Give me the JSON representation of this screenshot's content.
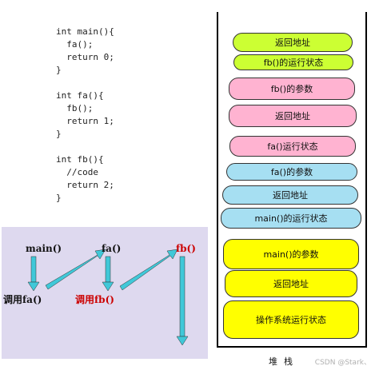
{
  "code": {
    "lines": [
      "int main(){",
      "  fa();",
      "  return 0;",
      "}",
      "",
      "int fa(){",
      "  fb();",
      "  return 1;",
      "}",
      "",
      "int fb(){",
      "  //code",
      "  return 2;",
      "}"
    ]
  },
  "stack": {
    "blocks": [
      {
        "label": "返回地址",
        "color": "#ccff33"
      },
      {
        "label": "fb()的运行状态",
        "color": "#ccff33"
      },
      {
        "label": "fb()的参数",
        "color": "#ffb3d1"
      },
      {
        "label": "返回地址",
        "color": "#ffb3d1"
      },
      {
        "label": "fa()运行状态",
        "color": "#ffb3d1"
      },
      {
        "label": "fa()的参数",
        "color": "#a6dff2"
      },
      {
        "label": "返回地址",
        "color": "#a6dff2"
      },
      {
        "label": "main()的运行状态",
        "color": "#a6dff2"
      },
      {
        "label": "main()的参数",
        "color": "#ffff00"
      },
      {
        "label": "返回地址",
        "color": "#ffff00"
      },
      {
        "label": "操作系统运行状态",
        "color": "#ffff00"
      }
    ],
    "caption": "堆栈"
  },
  "calls": {
    "main_label": "main()",
    "fa_label": "fa()",
    "fb_label": "fb()",
    "call_fa_prefix": "调用",
    "call_fa_name": "fa()",
    "call_fb_prefix": "调用",
    "call_fb_name": "fb()",
    "arrow_color": "#40c8d8",
    "black_text": "#111111",
    "red_text": "#cc0000"
  },
  "watermark": "CSDN @Stark、"
}
